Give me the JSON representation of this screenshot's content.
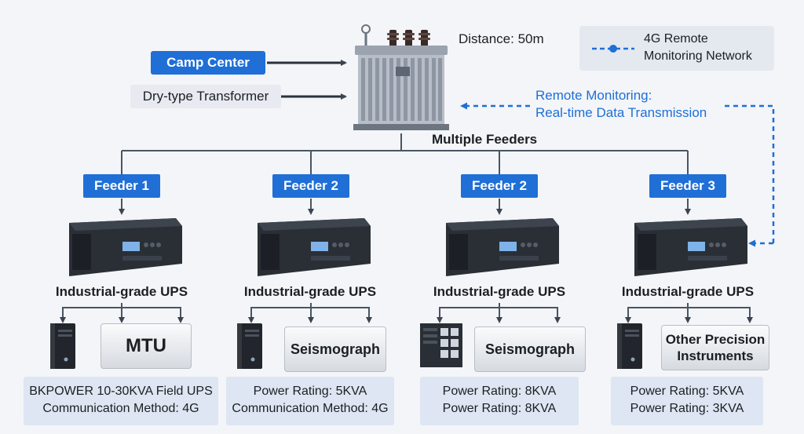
{
  "inputs": {
    "camp_center": "Camp Center",
    "transformer_type": "Dry-type Transformer"
  },
  "transformer": {
    "distance": "Distance: 50m"
  },
  "legend": {
    "line1": "4G Remote",
    "line2": "Monitoring Network"
  },
  "remote": {
    "line1": "Remote Monitoring:",
    "line2": "Real-time Data Transmission"
  },
  "bus": {
    "title": "Multiple Feeders"
  },
  "branches": [
    {
      "feeder": "Feeder 1",
      "ups_label": "Industrial-grade UPS",
      "device_label": "MTU",
      "info": [
        "BKPOWER 10-30KVA Field UPS",
        "Communication Method: 4G"
      ]
    },
    {
      "feeder": "Feeder 2",
      "ups_label": "Industrial-grade UPS",
      "device_label": "Seismograph",
      "info": [
        "Power Rating: 5KVA",
        "Communication Method: 4G"
      ]
    },
    {
      "feeder": "Feeder 2",
      "ups_label": "Industrial-grade UPS",
      "device_label": "Seismograph",
      "info": [
        "Power Rating: 8KVA",
        "Power Rating: 8KVA"
      ]
    },
    {
      "feeder": "Feeder 3",
      "ups_label": "Industrial-grade UPS",
      "device_label_line1": "Other Precision",
      "device_label_line2": "Instruments",
      "info": [
        "Power Rating: 5KVA",
        "Power Rating: 3KVA"
      ]
    }
  ],
  "colors": {
    "accent": "#1f6fd6",
    "line": "#4a5563",
    "panel": "#dde6f2"
  }
}
